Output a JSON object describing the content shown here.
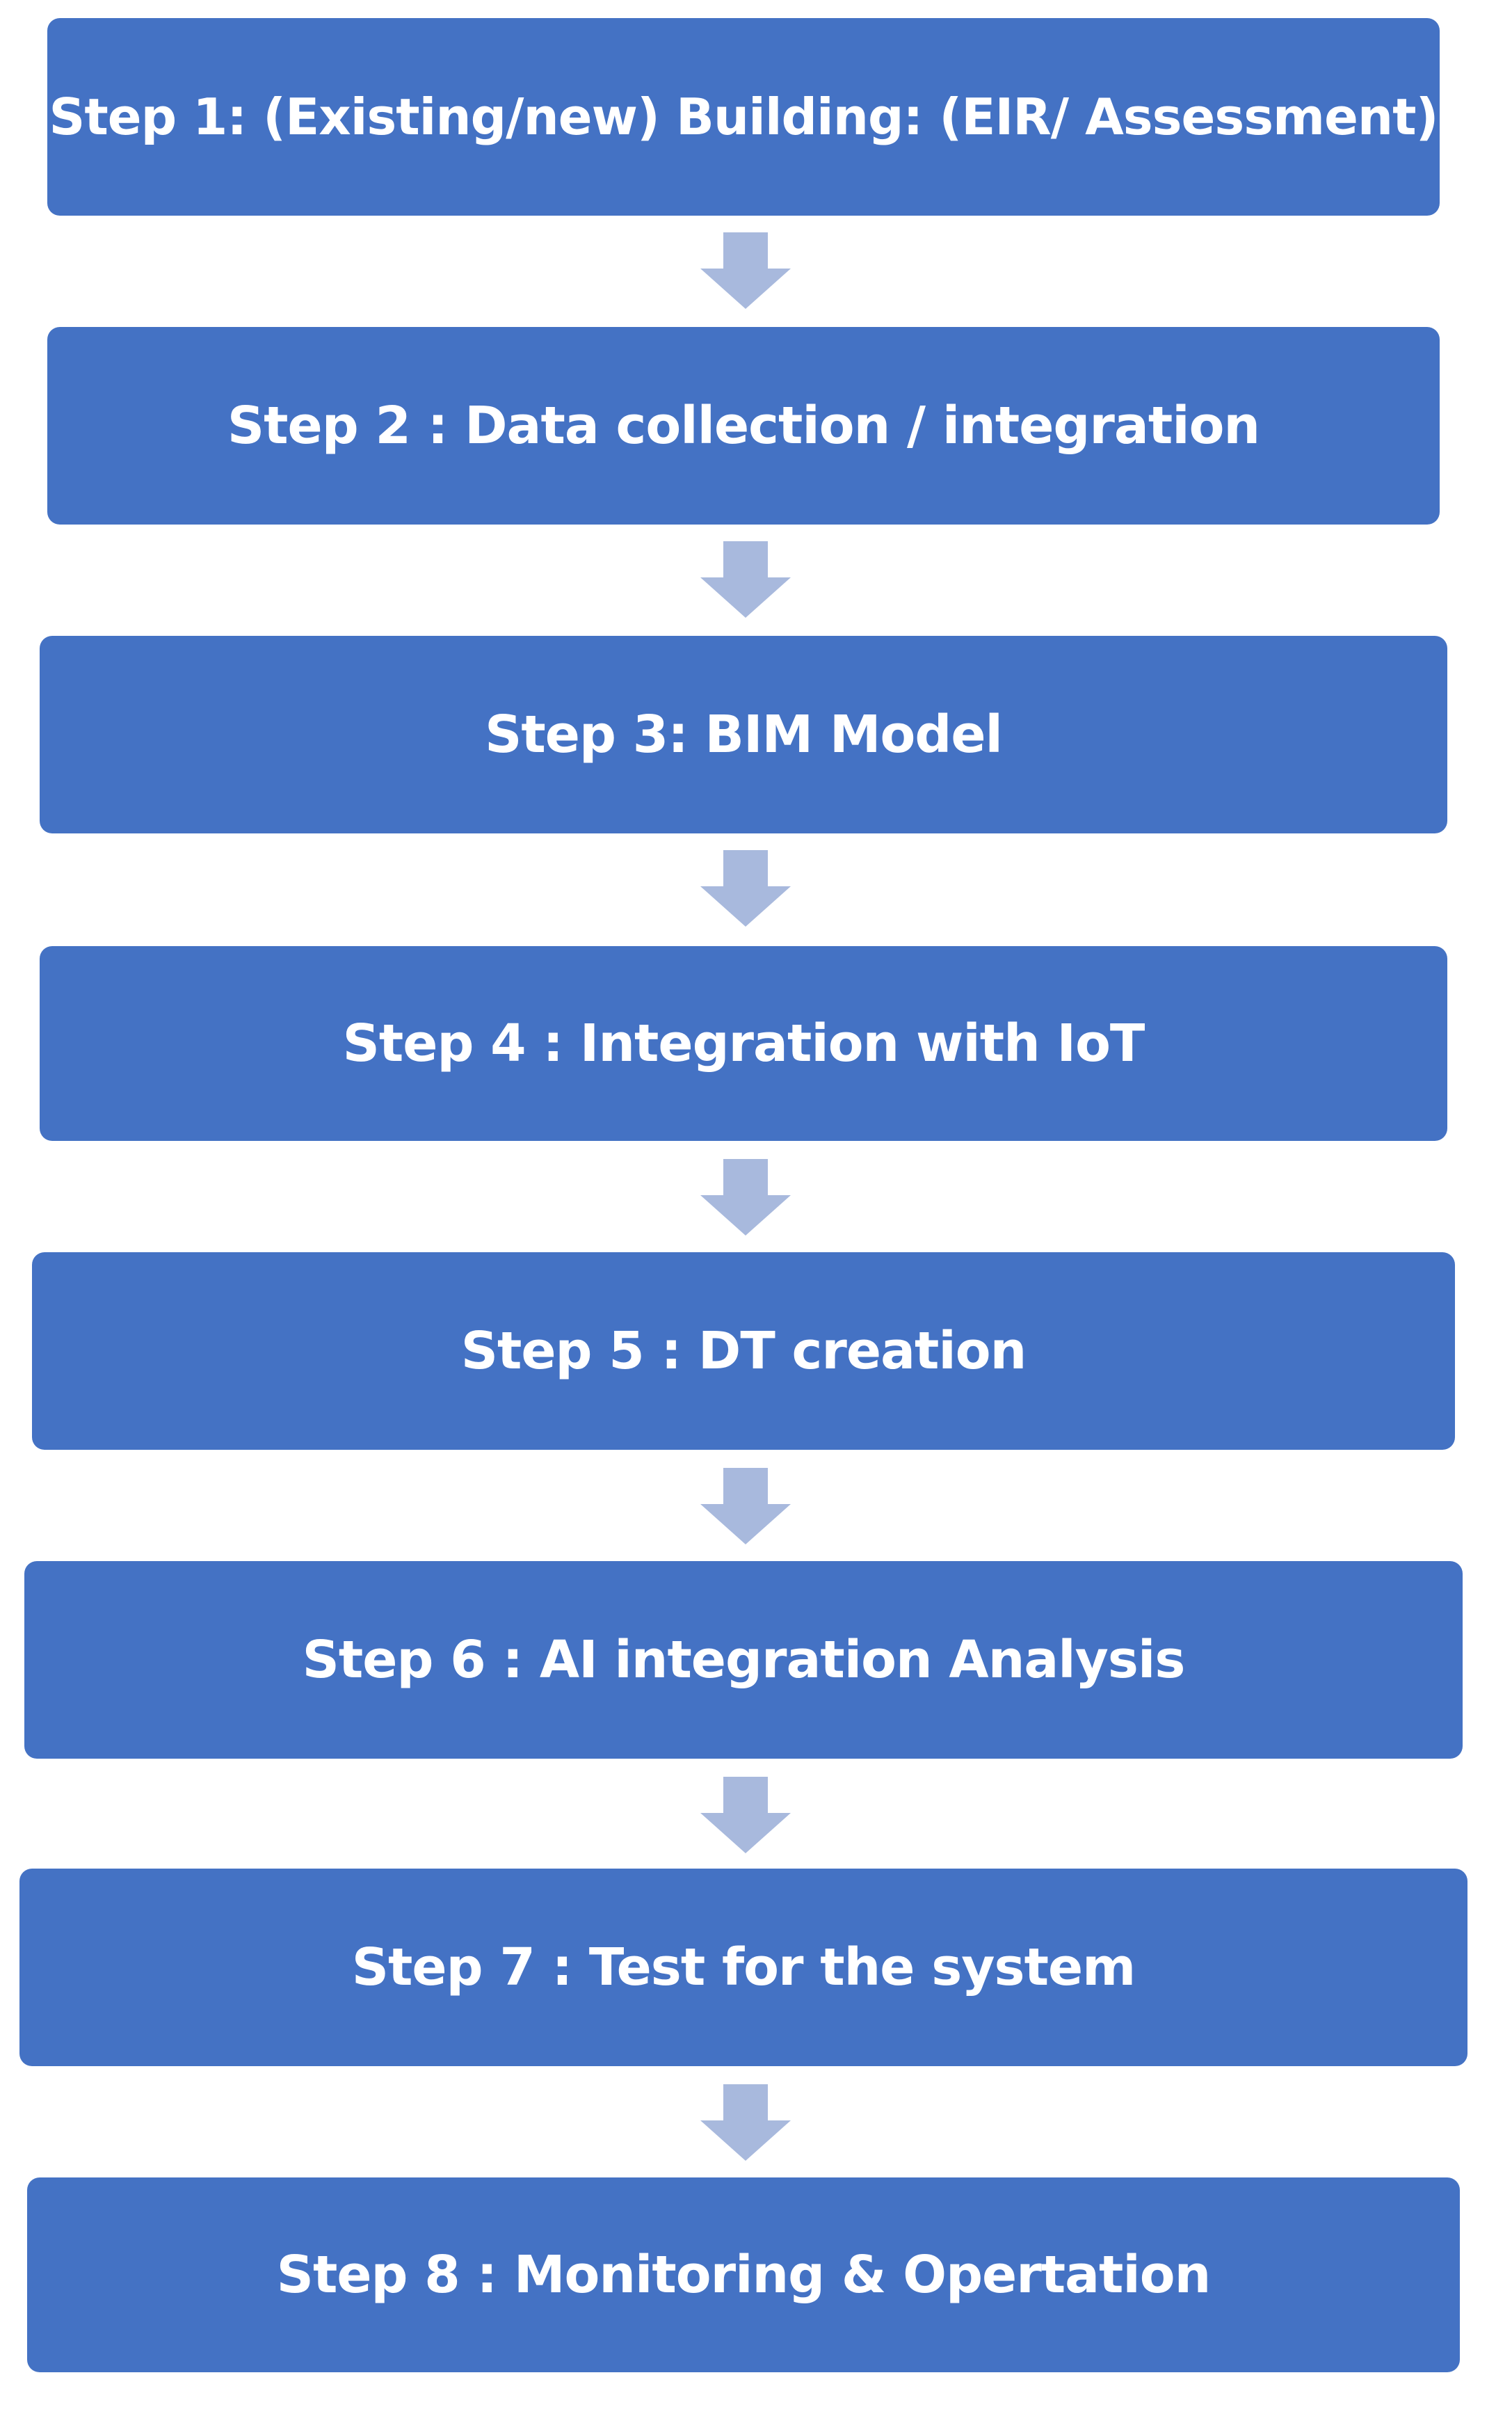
{
  "steps": [
    {
      "label": "Step 1:  (Existing/new) Building: (EIR/ Assessment)"
    },
    {
      "label": "Step 2 : Data collection / integration"
    },
    {
      "label": "Step 3: BIM Model"
    },
    {
      "label": "Step 4 : Integration with IoT"
    },
    {
      "label": "Step 5 : DT creation"
    },
    {
      "label": "Step 6 : AI integration Analysis"
    },
    {
      "label": "Step 7 : Test for the system"
    },
    {
      "label": "Step 8 : Monitoring & Opertation"
    }
  ],
  "colors": {
    "box_fill": "#4472c4",
    "box_text": "#ffffff",
    "arrow_fill": "#a8b9dd"
  },
  "icons": {
    "connector": "down-arrow-icon"
  }
}
